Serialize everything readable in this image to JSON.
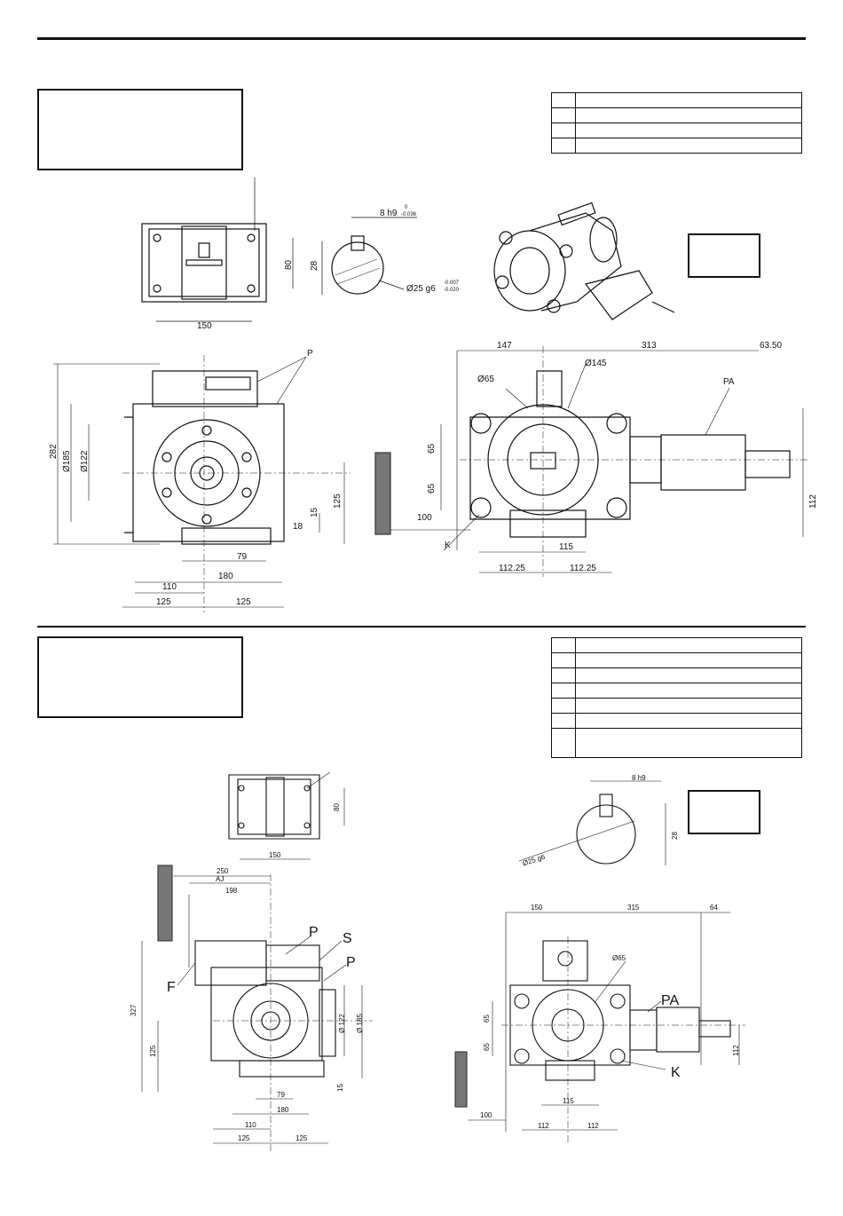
{
  "section1": {
    "top_view_dims": {
      "width": "150",
      "height": "80"
    },
    "shaft": {
      "key": "8 h9",
      "key_tol_upper": "0",
      "key_tol_lower": "-0.036",
      "height": "28",
      "diameter": "Ø25 g6",
      "dia_tol_upper": "-0.007",
      "dia_tol_lower": "-0.020"
    },
    "front_view_dims": {
      "overall_h": "282",
      "dia_185": "Ø185",
      "dia_122": "Ø122",
      "d125": "125",
      "d15": "15",
      "d18": "18",
      "d79": "79",
      "d180": "180",
      "d110": "110",
      "d125a": "125",
      "d125b": "125",
      "label_p": "P"
    },
    "side_view_dims": {
      "d147": "147",
      "d313": "313",
      "d6350": "63.50",
      "dia145": "Ø145",
      "dia65": "Ø65",
      "label_pa": "PA",
      "d65a": "65",
      "d65b": "65",
      "d100": "100",
      "label_k": "K",
      "d115": "115",
      "d11225a": "112.25",
      "d11225b": "112.25",
      "d112": "112"
    }
  },
  "section2": {
    "top_view_dims": {
      "width": "150",
      "height": "80"
    },
    "shaft": {
      "key": "8 h9",
      "diameter": "Ø25 g6",
      "height": "28"
    },
    "front_view_dims": {
      "d250": "250",
      "label_aj": "AJ",
      "d198": "198",
      "label_p1": "P",
      "label_s": "S",
      "label_p2": "P",
      "label_f": "F",
      "overall_h": "327",
      "dia122": "Ø 122",
      "dia185": "Ø 185",
      "d125": "125",
      "d15": "15",
      "d79": "79",
      "d180": "180",
      "d110": "110",
      "d125a": "125",
      "d125b": "125"
    },
    "side_view_dims": {
      "d150": "150",
      "d315": "315",
      "d64": "64",
      "dia65": "Ø65",
      "label_pa": "PA",
      "d65a": "65",
      "d65b": "65",
      "d112": "112",
      "label_k": "K",
      "d115": "115",
      "d100": "100",
      "d112a": "112",
      "d112b": "112"
    }
  }
}
